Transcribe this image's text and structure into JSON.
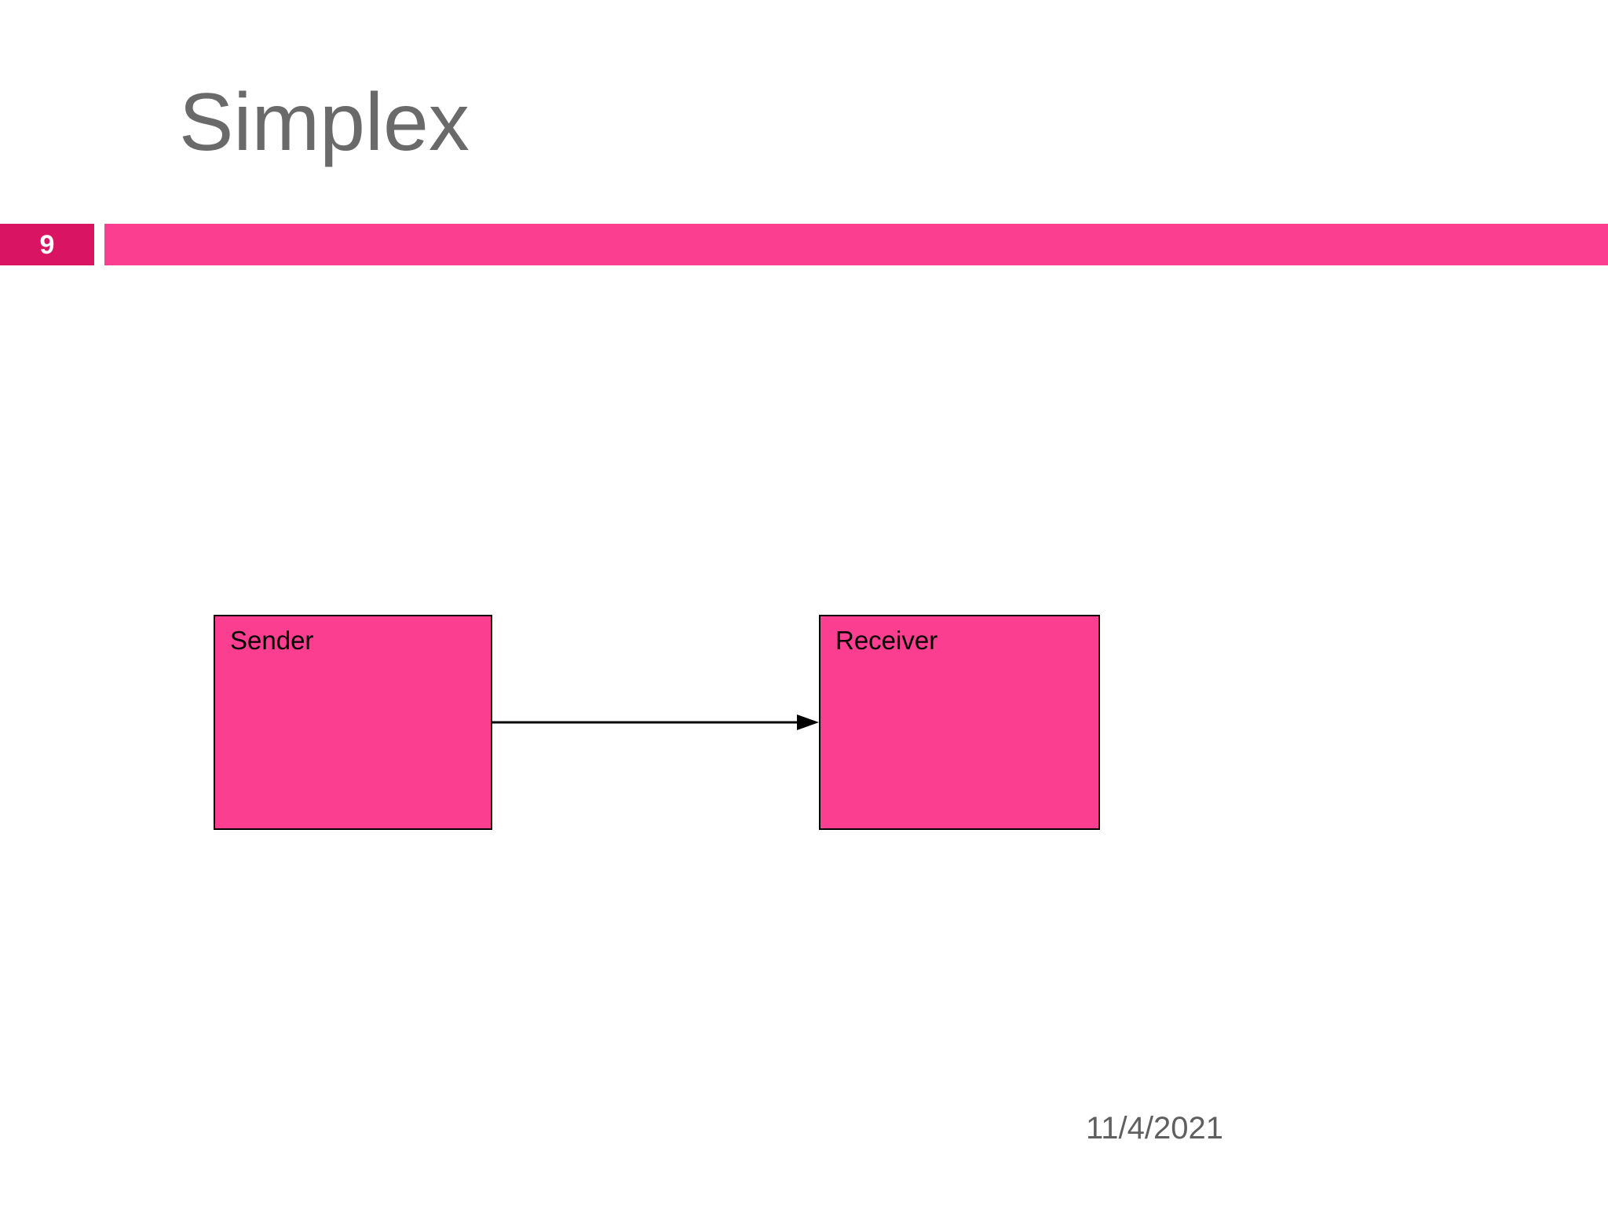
{
  "slide": {
    "title": "Simplex",
    "page_number": "9",
    "date": "11/4/2021"
  },
  "diagram": {
    "sender_label": "Sender",
    "receiver_label": "Receiver",
    "connector": {
      "type": "arrow",
      "from": "sender",
      "to": "receiver",
      "direction": "left-to-right"
    }
  },
  "colors": {
    "slide_bg": "#FFFFFF",
    "title_text": "#6A6A6A",
    "badge_bg": "#D91563",
    "page_number_text": "#FFFFFF",
    "bar_bg": "#FB3E8F",
    "box_fill": "#FB3E8F",
    "box_border": "#000000",
    "arrow_color": "#000000",
    "date_text": "#5F5F5F"
  }
}
